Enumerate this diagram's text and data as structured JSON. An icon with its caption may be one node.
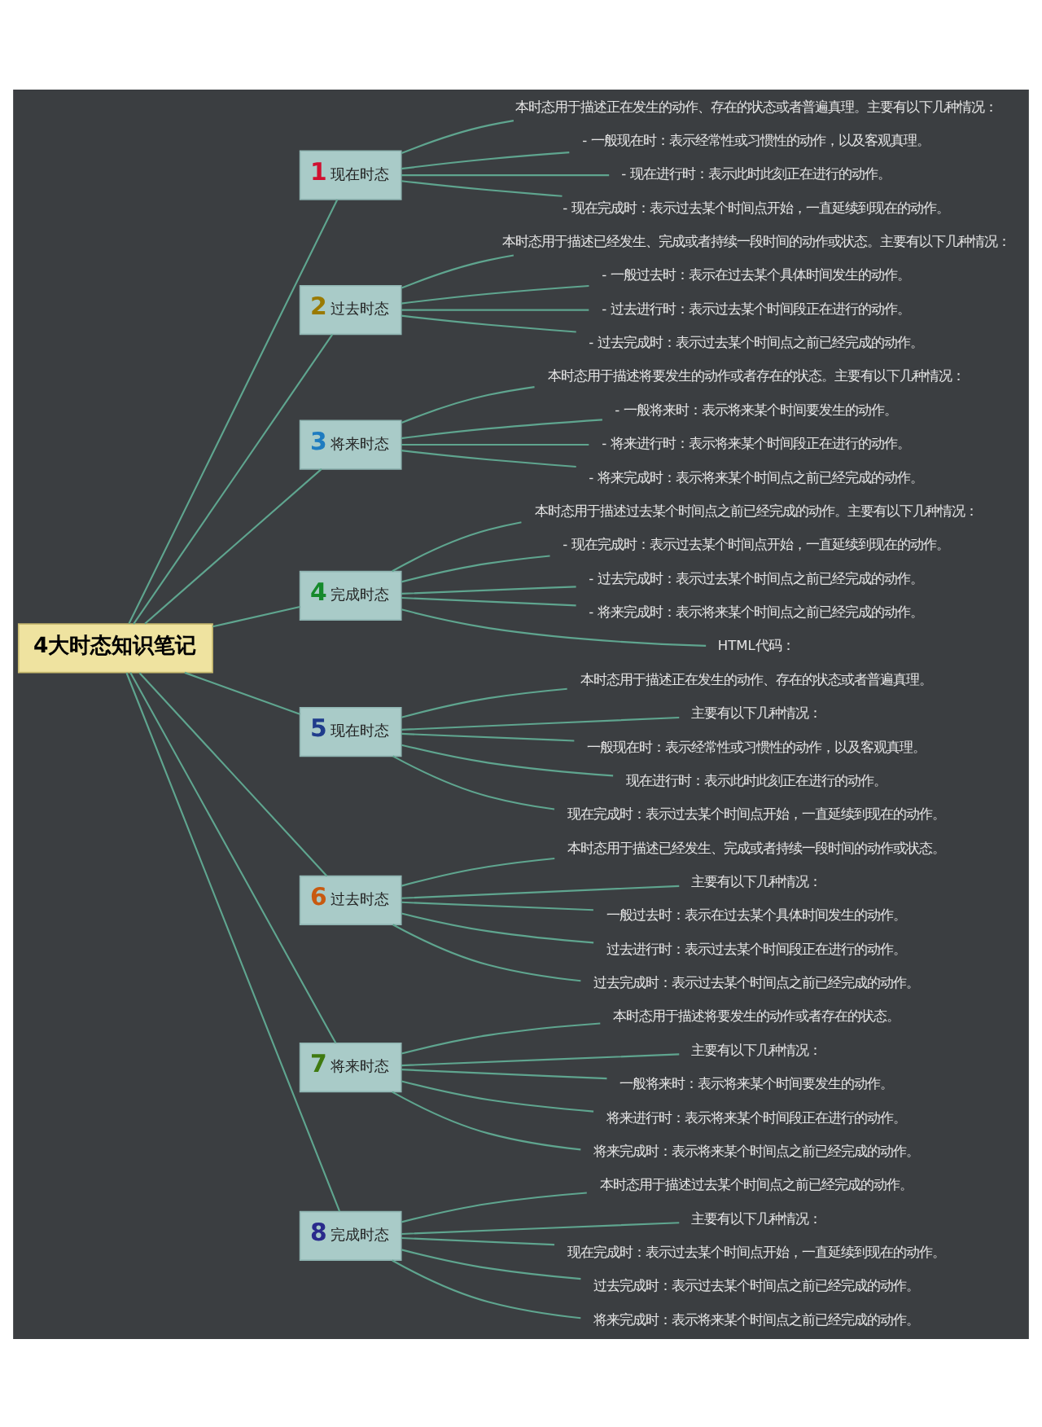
{
  "diagram": {
    "nodes": [
      {
        "text": [
          "4大时态知识笔记"
        ]
      },
      {
        "text": [
          "1",
          "现在时态"
        ]
      },
      {
        "text": [
          "本时态用于描述正在发生的动作、存在的状态或者普遍真理。主要有以下几种情况："
        ]
      },
      {
        "text": [
          "- 一般现在时：表示经常性或习惯性的动作，以及客观真理。"
        ]
      },
      {
        "text": [
          "- 现在进行时：表示此时此刻正在进行的动作。"
        ]
      },
      {
        "text": [
          "- 现在完成时：表示过去某个时间点开始，一直延续到现在的动作。"
        ]
      },
      {
        "text": [
          "2",
          "过去时态"
        ]
      },
      {
        "text": [
          "本时态用于描述已经发生、完成或者持续一段时间的动作或状态。主要有以下几种情况："
        ]
      },
      {
        "text": [
          "- 一般过去时：表示在过去某个具体时间发生的动作。"
        ]
      },
      {
        "text": [
          "- 过去进行时：表示过去某个时间段正在进行的动作。"
        ]
      },
      {
        "text": [
          "- 过去完成时：表示过去某个时间点之前已经完成的动作。"
        ]
      },
      {
        "text": [
          "3",
          "将来时态"
        ]
      },
      {
        "text": [
          "本时态用于描述将要发生的动作或者存在的状态。主要有以下几种情况："
        ]
      },
      {
        "text": [
          "- 一般将来时：表示将来某个时间要发生的动作。"
        ]
      },
      {
        "text": [
          "- 将来进行时：表示将来某个时间段正在进行的动作。"
        ]
      },
      {
        "text": [
          "- 将来完成时：表示将来某个时间点之前已经完成的动作。"
        ]
      },
      {
        "text": [
          "4",
          "完成时态"
        ]
      },
      {
        "text": [
          "本时态用于描述过去某个时间点之前已经完成的动作。主要有以下几种情况："
        ]
      },
      {
        "text": [
          "- 现在完成时：表示过去某个时间点开始，一直延续到现在的动作。"
        ]
      },
      {
        "text": [
          "- 过去完成时：表示过去某个时间点之前已经完成的动作。"
        ]
      },
      {
        "text": [
          "- 将来完成时：表示将来某个时间点之前已经完成的动作。"
        ]
      },
      {
        "text": [
          "HTML代码："
        ]
      },
      {
        "text": [
          "5",
          "现在时态"
        ]
      },
      {
        "text": [
          "本时态用于描述正在发生的动作、存在的状态或者普遍真理。"
        ]
      },
      {
        "text": [
          "主要有以下几种情况："
        ]
      },
      {
        "text": [
          "一般现在时：表示经常性或习惯性的动作，以及客观真理。"
        ]
      },
      {
        "text": [
          "现在进行时：表示此时此刻正在进行的动作。"
        ]
      },
      {
        "text": [
          "现在完成时：表示过去某个时间点开始，一直延续到现在的动作。"
        ]
      },
      {
        "text": [
          "6",
          "过去时态"
        ]
      },
      {
        "text": [
          "本时态用于描述已经发生、完成或者持续一段时间的动作或状态。"
        ]
      },
      {
        "text": [
          "主要有以下几种情况："
        ]
      },
      {
        "text": [
          "一般过去时：表示在过去某个具体时间发生的动作。"
        ]
      },
      {
        "text": [
          "过去进行时：表示过去某个时间段正在进行的动作。"
        ]
      },
      {
        "text": [
          "过去完成时：表示过去某个时间点之前已经完成的动作。"
        ]
      },
      {
        "text": [
          "7",
          "将来时态"
        ]
      },
      {
        "text": [
          "本时态用于描述将要发生的动作或者存在的状态。"
        ]
      },
      {
        "text": [
          "主要有以下几种情况："
        ]
      },
      {
        "text": [
          "一般将来时：表示将来某个时间要发生的动作。"
        ]
      },
      {
        "text": [
          "将来进行时：表示将来某个时间段正在进行的动作。"
        ]
      },
      {
        "text": [
          "将来完成时：表示将来某个时间点之前已经完成的动作。"
        ]
      },
      {
        "text": [
          "8",
          "完成时态"
        ]
      },
      {
        "text": [
          "本时态用于描述过去某个时间点之前已经完成的动作。"
        ]
      },
      {
        "text": [
          "主要有以下几种情况："
        ]
      },
      {
        "text": [
          "现在完成时：表示过去某个时间点开始，一直延续到现在的动作。"
        ]
      },
      {
        "text": [
          "过去完成时：表示过去某个时间点之前已经完成的动作。"
        ]
      },
      {
        "text": [
          "将来完成时：表示将来某个时间点之前已经完成的动作。"
        ]
      }
    ],
    "edges": [
      {
        "from": 0,
        "to": 1,
        "arrow": "none"
      },
      {
        "from": 1,
        "to": 2,
        "arrow": "none"
      },
      {
        "from": 1,
        "to": 3,
        "arrow": "none"
      },
      {
        "from": 1,
        "to": 4,
        "arrow": "none"
      },
      {
        "from": 1,
        "to": 5,
        "arrow": "none"
      },
      {
        "from": 0,
        "to": 6,
        "arrow": "none"
      },
      {
        "from": 6,
        "to": 7,
        "arrow": "none"
      },
      {
        "from": 6,
        "to": 8,
        "arrow": "none"
      },
      {
        "from": 6,
        "to": 9,
        "arrow": "none"
      },
      {
        "from": 6,
        "to": 10,
        "arrow": "none"
      },
      {
        "from": 0,
        "to": 11,
        "arrow": "none"
      },
      {
        "from": 11,
        "to": 12,
        "arrow": "none"
      },
      {
        "from": 11,
        "to": 13,
        "arrow": "none"
      },
      {
        "from": 11,
        "to": 14,
        "arrow": "none"
      },
      {
        "from": 11,
        "to": 15,
        "arrow": "none"
      },
      {
        "from": 0,
        "to": 16,
        "arrow": "none"
      },
      {
        "from": 16,
        "to": 17,
        "arrow": "none"
      },
      {
        "from": 16,
        "to": 18,
        "arrow": "none"
      },
      {
        "from": 16,
        "to": 19,
        "arrow": "none"
      },
      {
        "from": 16,
        "to": 20,
        "arrow": "none"
      },
      {
        "from": 16,
        "to": 21,
        "arrow": "none"
      },
      {
        "from": 0,
        "to": 22,
        "arrow": "none"
      },
      {
        "from": 22,
        "to": 23,
        "arrow": "none"
      },
      {
        "from": 22,
        "to": 24,
        "arrow": "none"
      },
      {
        "from": 22,
        "to": 25,
        "arrow": "none"
      },
      {
        "from": 22,
        "to": 26,
        "arrow": "none"
      },
      {
        "from": 22,
        "to": 27,
        "arrow": "none"
      },
      {
        "from": 0,
        "to": 28,
        "arrow": "none"
      },
      {
        "from": 28,
        "to": 29,
        "arrow": "none"
      },
      {
        "from": 28,
        "to": 30,
        "arrow": "none"
      },
      {
        "from": 28,
        "to": 31,
        "arrow": "none"
      },
      {
        "from": 28,
        "to": 32,
        "arrow": "none"
      },
      {
        "from": 28,
        "to": 33,
        "arrow": "none"
      },
      {
        "from": 0,
        "to": 34,
        "arrow": "none"
      },
      {
        "from": 34,
        "to": 35,
        "arrow": "none"
      },
      {
        "from": 34,
        "to": 36,
        "arrow": "none"
      },
      {
        "from": 34,
        "to": 37,
        "arrow": "none"
      },
      {
        "from": 34,
        "to": 38,
        "arrow": "none"
      },
      {
        "from": 34,
        "to": 39,
        "arrow": "none"
      },
      {
        "from": 0,
        "to": 40,
        "arrow": "none"
      },
      {
        "from": 40,
        "to": 41,
        "arrow": "none"
      },
      {
        "from": 40,
        "to": 42,
        "arrow": "none"
      },
      {
        "from": 40,
        "to": 43,
        "arrow": "none"
      },
      {
        "from": 40,
        "to": 44,
        "arrow": "none"
      },
      {
        "from": 40,
        "to": 45,
        "arrow": "none"
      }
    ]
  }
}
